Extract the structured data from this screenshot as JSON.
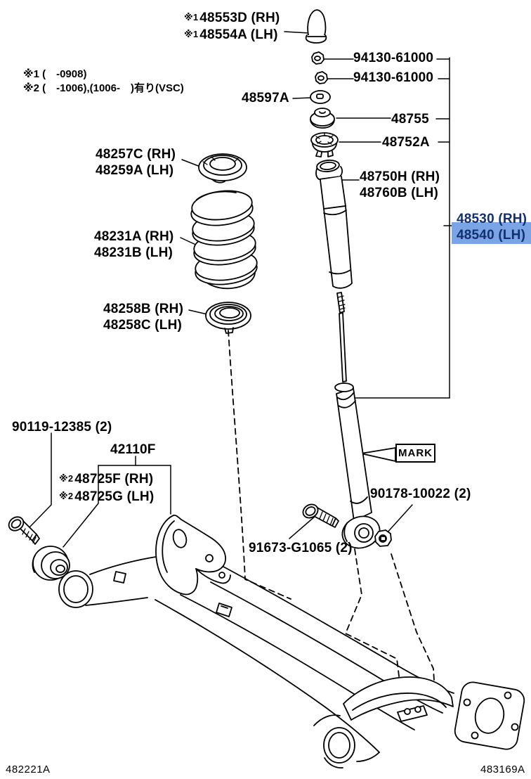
{
  "page": {
    "corner_codes": {
      "left": "482221A",
      "right": "483169A"
    },
    "notes": {
      "line1": "※1 (　-0908)",
      "line2": "※2 (　-1006),(1006-　)有り(VSC)"
    },
    "callout": {
      "mark": "MARK"
    },
    "colors": {
      "line": "#000000",
      "highlight_bg": "#7aa4e6",
      "highlight_text": "#13306e"
    },
    "labels": {
      "bump_stop_rh": {
        "prefix": "※1",
        "text": "48553D (RH)"
      },
      "bump_stop_lh": {
        "prefix": "※1",
        "text": "48554A (LH)"
      },
      "nut_upper_1": {
        "text": "94130-61000"
      },
      "nut_upper_2": {
        "text": "94130-61000"
      },
      "washer": {
        "text": "48597A"
      },
      "support": {
        "text": "48755"
      },
      "bearing": {
        "text": "48752A"
      },
      "dust_cover_rh": {
        "text": "48750H (RH)"
      },
      "dust_cover_lh": {
        "text": "48760B (LH)"
      },
      "shock_rh": {
        "text": "48530 (RH)"
      },
      "shock_lh": {
        "text": "48540 (LH)"
      },
      "seat_upper_rh": {
        "text": "48257C (RH)"
      },
      "seat_upper_lh": {
        "text": "48259A (LH)"
      },
      "spring_rh": {
        "text": "48231A (RH)"
      },
      "spring_lh": {
        "text": "48231B (LH)"
      },
      "seat_lower_rh": {
        "text": "48258B (RH)"
      },
      "seat_lower_lh": {
        "text": "48258C (LH)"
      },
      "bolt_front": {
        "text": "90119-12385 (2)"
      },
      "axle_beam": {
        "text": "42110F"
      },
      "bushing_rh": {
        "prefix": "※2",
        "text": "48725F (RH)"
      },
      "bushing_lh": {
        "prefix": "※2",
        "text": "48725G (LH)"
      },
      "nut_lower": {
        "text": "90178-10022 (2)"
      },
      "bolt_lower": {
        "text": "91673-G1065 (2)"
      }
    }
  }
}
